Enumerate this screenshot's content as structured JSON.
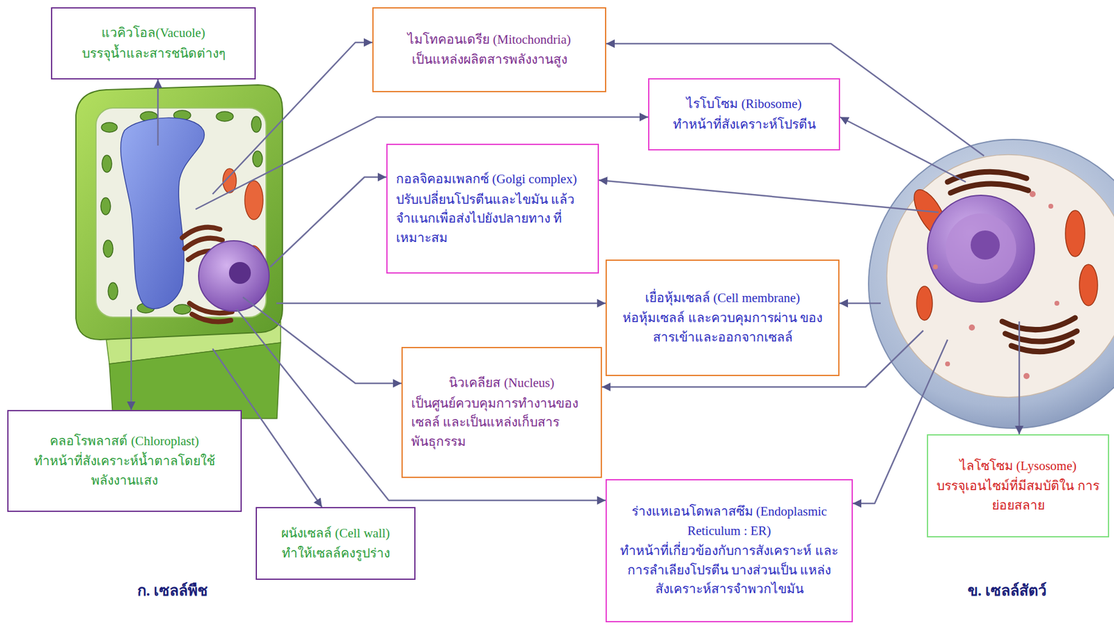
{
  "diagram": {
    "nodes": [
      {
        "text": [
          "แวคิวโอล(Vacuole)",
          "บรรจุน้ำและสารชนิดต่างๆ"
        ]
      },
      {
        "text": [
          "ไมโทคอนเดรีย (Mitochondria)",
          "เป็นแหล่งผลิตสารพลังงานสูง"
        ]
      },
      {
        "text": [
          "ไรโบโซม (Ribosome)",
          "ทำหน้าที่สังเคราะห์โปรตีน"
        ]
      },
      {
        "text": [
          "กอลจิคอมเพลกซ์ (Golgi complex)",
          "ปรับเปลี่ยนโปรตีนและไขมัน แล้วจำแนกเพื่อส่งไปยังปลายทาง ที่เหมาะสม"
        ]
      },
      {
        "text": [
          "เยื่อหุ้มเซลล์ (Cell membrane)",
          "ห่อหุ้มเซลล์ และควบคุมการผ่าน ของสารเข้าและออกจากเซลล์"
        ]
      },
      {
        "text": [
          "นิวเคลียส (Nucleus)",
          "เป็นศูนย์ควบคุมการทำงานของ เซลล์ และเป็นแหล่งเก็บสาร พันธุกรรม"
        ]
      },
      {
        "text": [
          "คลอโรพลาสต์ (Chloroplast)",
          "ทำหน้าที่สังเคราะห์น้ำตาลโดยใช้ พลังงานแสง"
        ]
      },
      {
        "text": [
          "ผนังเซลล์ (Cell wall)",
          "ทำให้เซลล์คงรูปร่าง"
        ]
      },
      {
        "text": [
          "ร่างแหเอนโดพลาสซึม (Endoplasmic Reticulum : ER)",
          "ทำหน้าที่เกี่ยวข้องกับการสังเคราะห์ และการลำเลียงโปรตีน บางส่วนเป็น แหล่งสังเคราะห์สารจำพวกไขมัน"
        ]
      },
      {
        "text": [
          "ไลโซโซม (Lysosome)",
          "บรรจุเอนไซม์ที่มีสมบัติใน การย่อยสลาย"
        ]
      }
    ],
    "labels": [
      "ก. เซลล์พืช",
      "ข. เซลล์สัตว์"
    ]
  }
}
